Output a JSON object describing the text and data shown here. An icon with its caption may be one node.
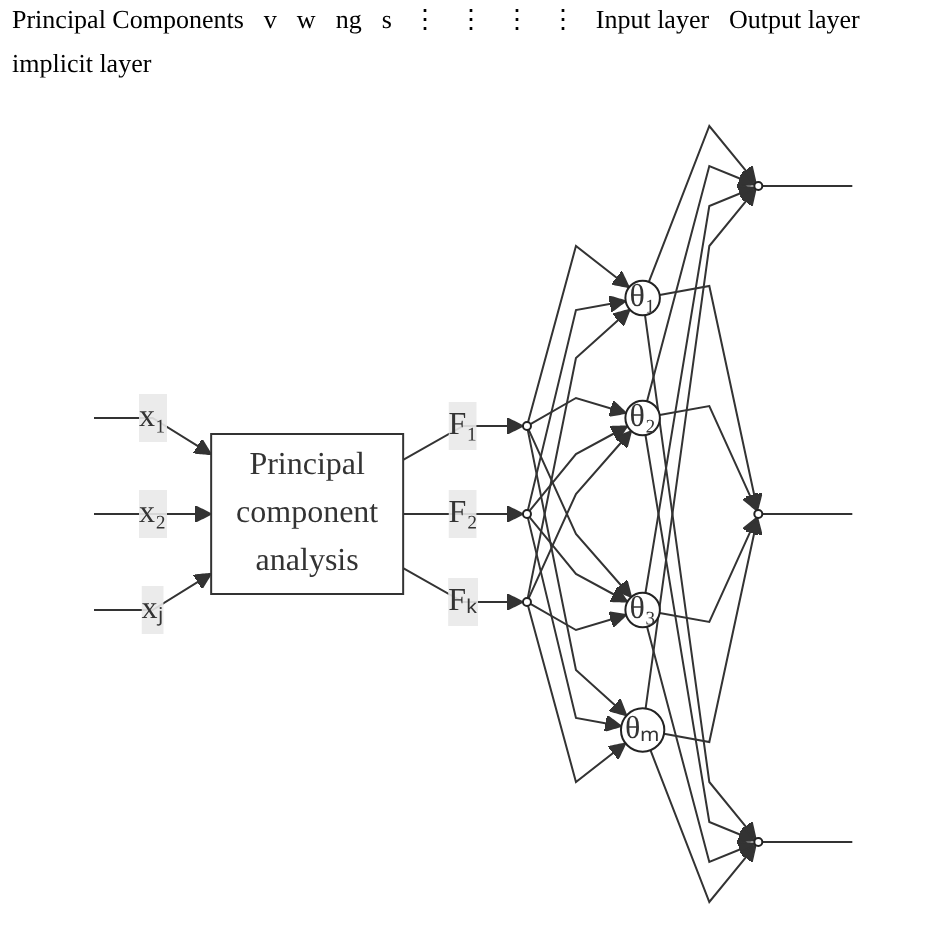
{
  "diagram": {
    "nodes": [
      {
        "text": [
          "Principal component analysis"
        ]
      },
      {
        "text": [],
        "shape": "circle"
      },
      {
        "text": [],
        "shape": "circle"
      },
      {
        "text": [],
        "shape": "circle"
      },
      {
        "text": [
          "θ₁"
        ]
      },
      {
        "text": [
          "θ₂"
        ]
      },
      {
        "text": [
          "θ₃"
        ]
      },
      {
        "text": [
          "θₘ"
        ]
      },
      {
        "text": [],
        "shape": "circle"
      },
      {
        "text": [],
        "shape": "circle"
      },
      {
        "text": [],
        "shape": "circle"
      }
    ],
    "edges": [
      {
        "from": null,
        "to": 0,
        "arrow": "to",
        "label": "x₁"
      },
      {
        "from": null,
        "to": 0,
        "arrow": "to",
        "label": "x₂"
      },
      {
        "from": null,
        "to": 0,
        "arrow": "to",
        "label": "xⱼ"
      },
      {
        "from": 0,
        "to": 1,
        "arrow": "to",
        "label": "F₁"
      },
      {
        "from": 0,
        "to": 2,
        "arrow": "to",
        "label": "F₂"
      },
      {
        "from": 0,
        "to": 3,
        "arrow": "to",
        "label": "Fₖ"
      },
      {
        "from": 1,
        "to": 4,
        "arrow": "to"
      },
      {
        "from": 1,
        "to": 5,
        "arrow": "to"
      },
      {
        "from": 1,
        "to": 6,
        "arrow": "to"
      },
      {
        "from": 1,
        "to": 7,
        "arrow": "to"
      },
      {
        "from": 2,
        "to": 4,
        "arrow": "to"
      },
      {
        "from": 2,
        "to": 5,
        "arrow": "to"
      },
      {
        "from": 2,
        "to": 6,
        "arrow": "to"
      },
      {
        "from": 2,
        "to": 7,
        "arrow": "to"
      },
      {
        "from": 3,
        "to": 4,
        "arrow": "to"
      },
      {
        "from": 3,
        "to": 5,
        "arrow": "to"
      },
      {
        "from": 3,
        "to": 6,
        "arrow": "to"
      },
      {
        "from": 3,
        "to": 7,
        "arrow": "to"
      },
      {
        "from": 4,
        "to": 8,
        "arrow": "to"
      },
      {
        "from": 4,
        "to": 9,
        "arrow": "to"
      },
      {
        "from": 4,
        "to": 10,
        "arrow": "to"
      },
      {
        "from": 5,
        "to": 8,
        "arrow": "to"
      },
      {
        "from": 5,
        "to": 9,
        "arrow": "to"
      },
      {
        "from": 5,
        "to": 10,
        "arrow": "to"
      },
      {
        "from": 6,
        "to": 8,
        "arrow": "to"
      },
      {
        "from": 6,
        "to": 9,
        "arrow": "to"
      },
      {
        "from": 6,
        "to": 10,
        "arrow": "to"
      },
      {
        "from": 7,
        "to": 8,
        "arrow": "to"
      },
      {
        "from": 7,
        "to": 9,
        "arrow": "to"
      },
      {
        "from": 7,
        "to": 10,
        "arrow": "to"
      },
      {
        "from": 8,
        "to": null,
        "arrow": "none"
      },
      {
        "from": 9,
        "to": null,
        "arrow": "none"
      },
      {
        "from": 10,
        "to": null,
        "arrow": "none"
      }
    ],
    "labels": [
      "Principal Components",
      "v",
      "w",
      "ng",
      "s",
      "⋮",
      "⋮",
      "⋮",
      "⋮",
      "Input layer",
      "Output layer",
      "implicit layer"
    ]
  }
}
